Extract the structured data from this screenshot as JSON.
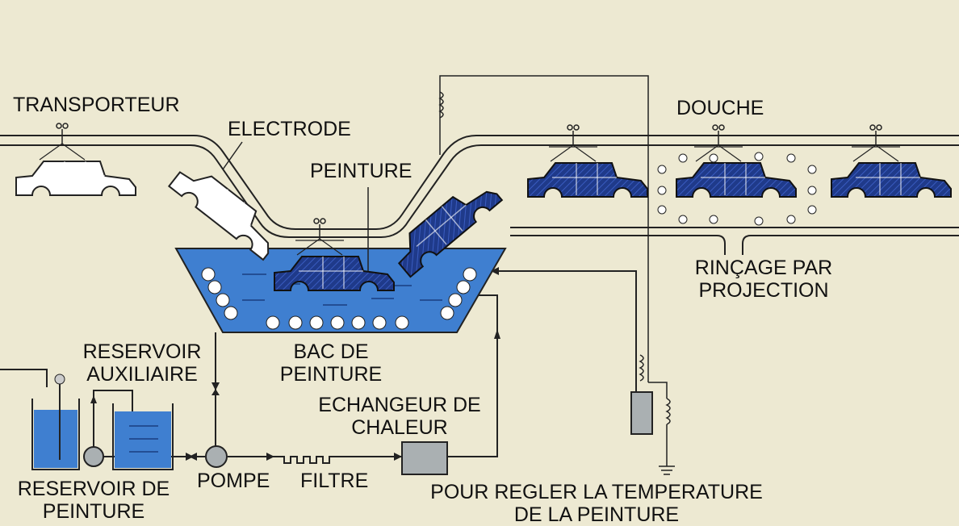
{
  "labels": {
    "transporteur": "TRANSPORTEUR",
    "electrode": "ELECTRODE",
    "peinture": "PEINTURE",
    "douche": "DOUCHE",
    "rincage_line1": "RINÇAGE PAR",
    "rincage_line2": "PROJECTION",
    "reservoir_aux_line1": "RESERVOIR",
    "reservoir_aux_line2": "AUXILIAIRE",
    "bac_line1": "BAC DE",
    "bac_line2": "PEINTURE",
    "echangeur_line1": "ECHANGEUR DE",
    "echangeur_line2": "CHALEUR",
    "reservoir_peinture_line1": "RESERVOIR DE",
    "reservoir_peinture_line2": "PEINTURE",
    "pompe": "POMPE",
    "filtre": "FILTRE",
    "temperature_line1": "POUR REGLER LA TEMPERATURE",
    "temperature_line2": "DE LA PEINTURE"
  },
  "colors": {
    "background": "#ede9d2",
    "paint_blue": "#3f7fd0",
    "body_blue": "#1f3a8a",
    "line": "#222222"
  }
}
